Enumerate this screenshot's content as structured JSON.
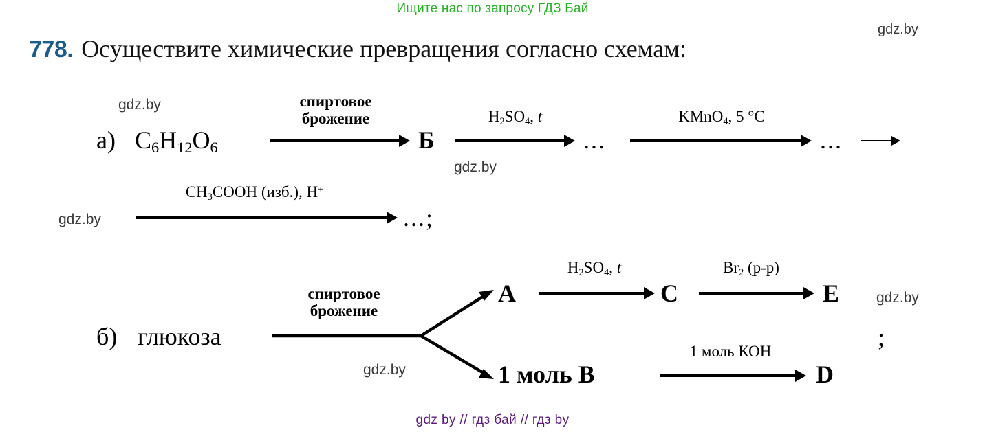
{
  "watermarks": {
    "top_banner": "Ищите нас по запросу ГДЗ Бай",
    "corner": "gdz.by",
    "a_line1": "gdz.by",
    "a_under_h2so4": "gdz.by",
    "a_line2_left": "gdz.by",
    "b_under_label": "gdz.by",
    "b_right": "gdz.by",
    "footer": "gdz by  //  гдз бай  //  гдз by"
  },
  "exercise": {
    "number": "778.",
    "title": "Осуществите химические превращения согласно схемам:"
  },
  "scheme_a": {
    "label": "а)",
    "start_formula": "C6H12O6",
    "steps": [
      {
        "condition": "спиртовое брожение",
        "product": "Б"
      },
      {
        "condition": "H2SO4, t",
        "product": "..."
      },
      {
        "condition": "KMnO4, 5 °C",
        "product": "..."
      },
      {
        "condition": "CH3COOH (изб.), H+",
        "product": "...;"
      }
    ],
    "continuation_arrow": "→",
    "terminator": "...;"
  },
  "scheme_b": {
    "label": "б)",
    "start_substance": "глюкоза",
    "branch_condition": "спиртовое брожение",
    "upper_branch": {
      "product": "A",
      "steps": [
        {
          "condition": "H2SO4, t",
          "product": "C"
        },
        {
          "condition": "Br2 (р-р)",
          "product": "E"
        }
      ]
    },
    "lower_branch": {
      "product": "1 моль B",
      "steps": [
        {
          "condition": "1 моль КОН",
          "product": "D"
        }
      ]
    },
    "terminator": ";"
  },
  "colors": {
    "accent_number": "#1a5c8a",
    "banner_green": "#22b422",
    "footer_purple": "#5b1a7a",
    "text_black": "#000000"
  }
}
